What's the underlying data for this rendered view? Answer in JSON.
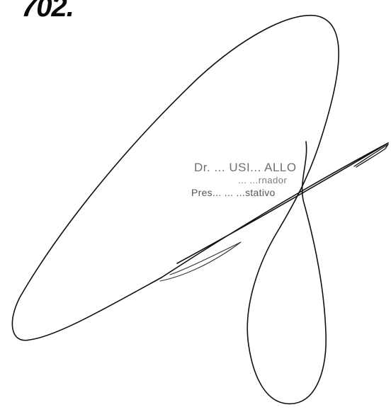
{
  "document": {
    "heading": "702.",
    "signature": "handwritten-signature",
    "stamp": {
      "name": "Dr. ...  USI... ALLO",
      "role": "...  ...rnador",
      "office": "Pres... ...   ...stativo"
    }
  }
}
